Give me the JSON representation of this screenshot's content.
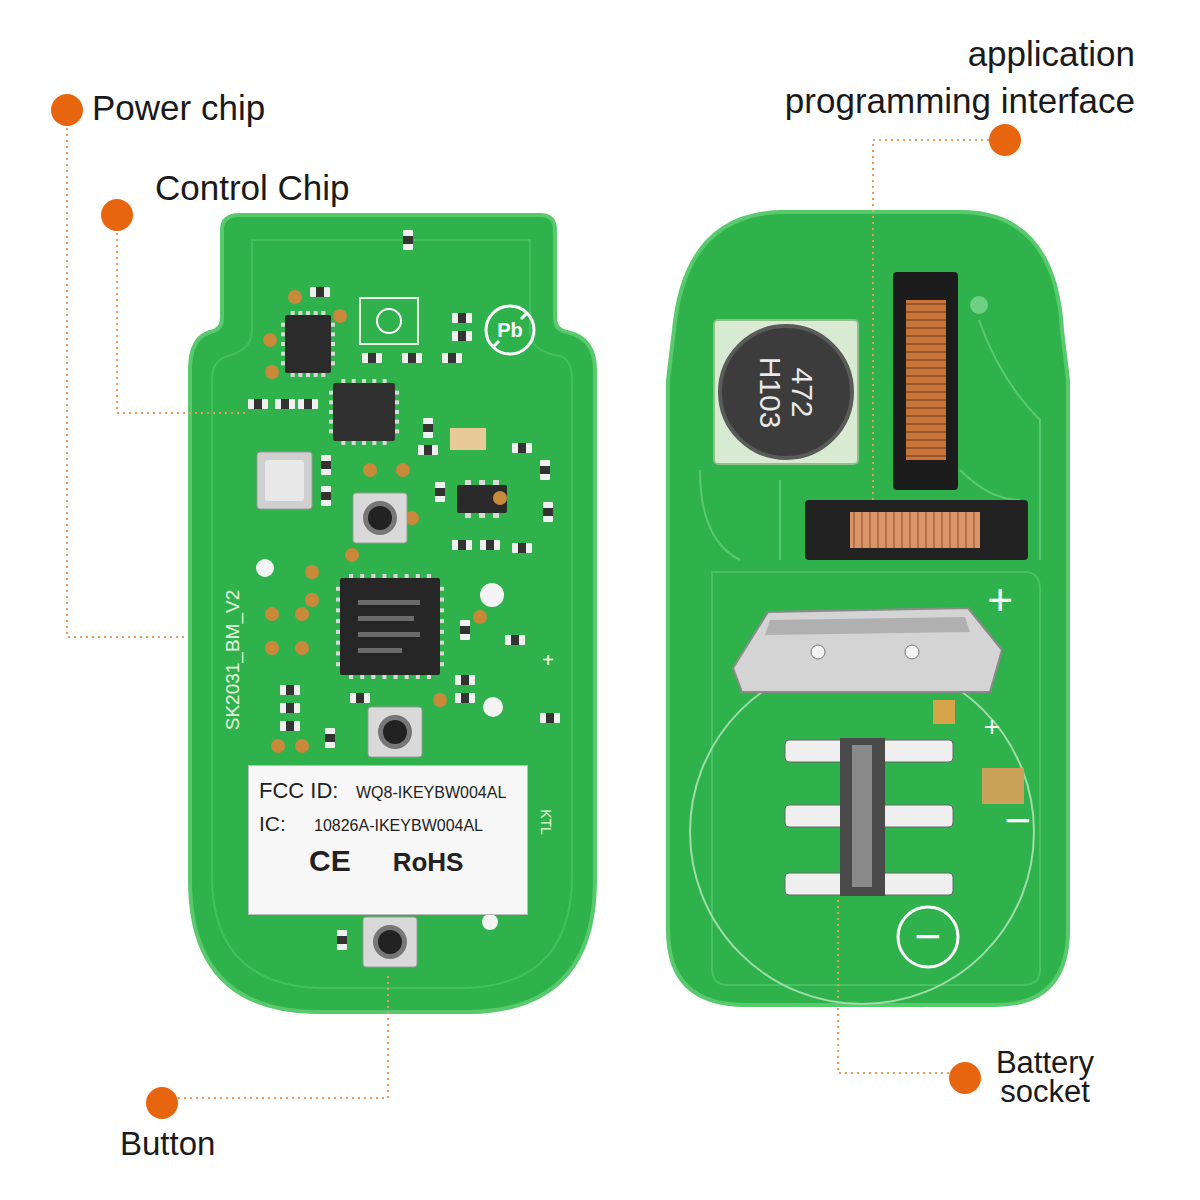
{
  "diagram": {
    "nodes": [
      {
        "text": [
          "FCC ID:",
          "WQ8-IKEYBW004AL",
          "IC:",
          "10826A-IKEYBW004AL",
          "CE",
          "RoHS"
        ]
      },
      {
        "text": [
          "472 H103"
        ]
      }
    ],
    "labels": [
      "Power chip",
      "Control Chip",
      "application programming interface",
      "Pb",
      "SK2031_BM_V2",
      "+",
      "KTL",
      "+",
      "+",
      "−",
      "−",
      "Button",
      "Battery socket"
    ]
  }
}
